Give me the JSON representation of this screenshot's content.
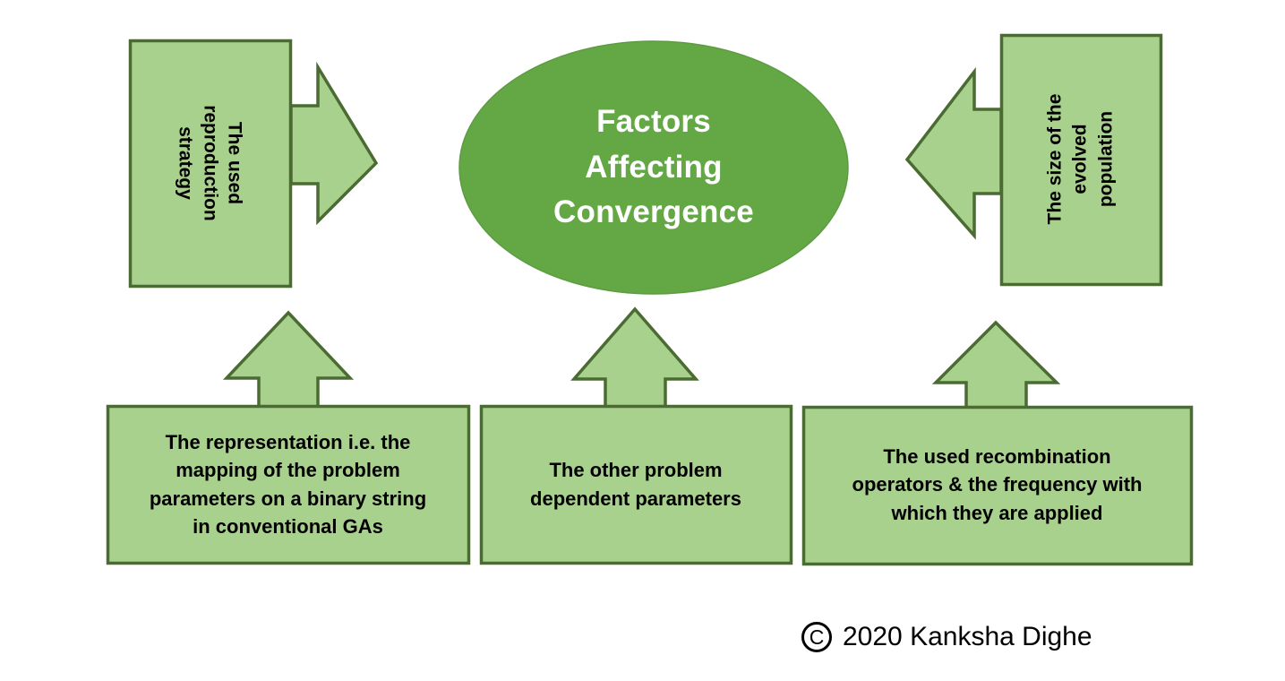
{
  "diagram": {
    "type": "hub-and-spoke",
    "title": "Factors Affecting Convergence",
    "center": {
      "label": "Factors\nAffecting\nConvergence",
      "shape": "ellipse",
      "fill": "#64a846",
      "text_color": "#ffffff"
    },
    "colors": {
      "center_fill": "#64a846",
      "node_fill": "#a9d18e",
      "node_stroke": "#4a6b32",
      "node_text": "#000000",
      "background": "#ffffff"
    },
    "nodes": [
      {
        "id": "reproduction-strategy",
        "label": "The used\nreproduction\nstrategy",
        "arrow_direction": "right",
        "position": "left",
        "orientation": "vertical-cw"
      },
      {
        "id": "evolved-population-size",
        "label": "The size of the\nevolved  population",
        "arrow_direction": "left",
        "position": "right",
        "orientation": "vertical-ccw"
      },
      {
        "id": "representation",
        "label": "The representation i.e. the\nmapping of the problem\nparameters on a binary string\nin conventional GAs",
        "arrow_direction": "up",
        "position": "bottom-left",
        "orientation": "horizontal"
      },
      {
        "id": "problem-dependent-parameters",
        "label": "The other problem\ndependent parameters",
        "arrow_direction": "up",
        "position": "bottom-center",
        "orientation": "horizontal"
      },
      {
        "id": "recombination-operators",
        "label": "The used recombination\noperators & the frequency with\nwhich they are applied",
        "arrow_direction": "up",
        "position": "bottom-right",
        "orientation": "horizontal"
      }
    ]
  },
  "copyright": {
    "symbol": "C",
    "text": "2020 Kanksha Dighe"
  }
}
